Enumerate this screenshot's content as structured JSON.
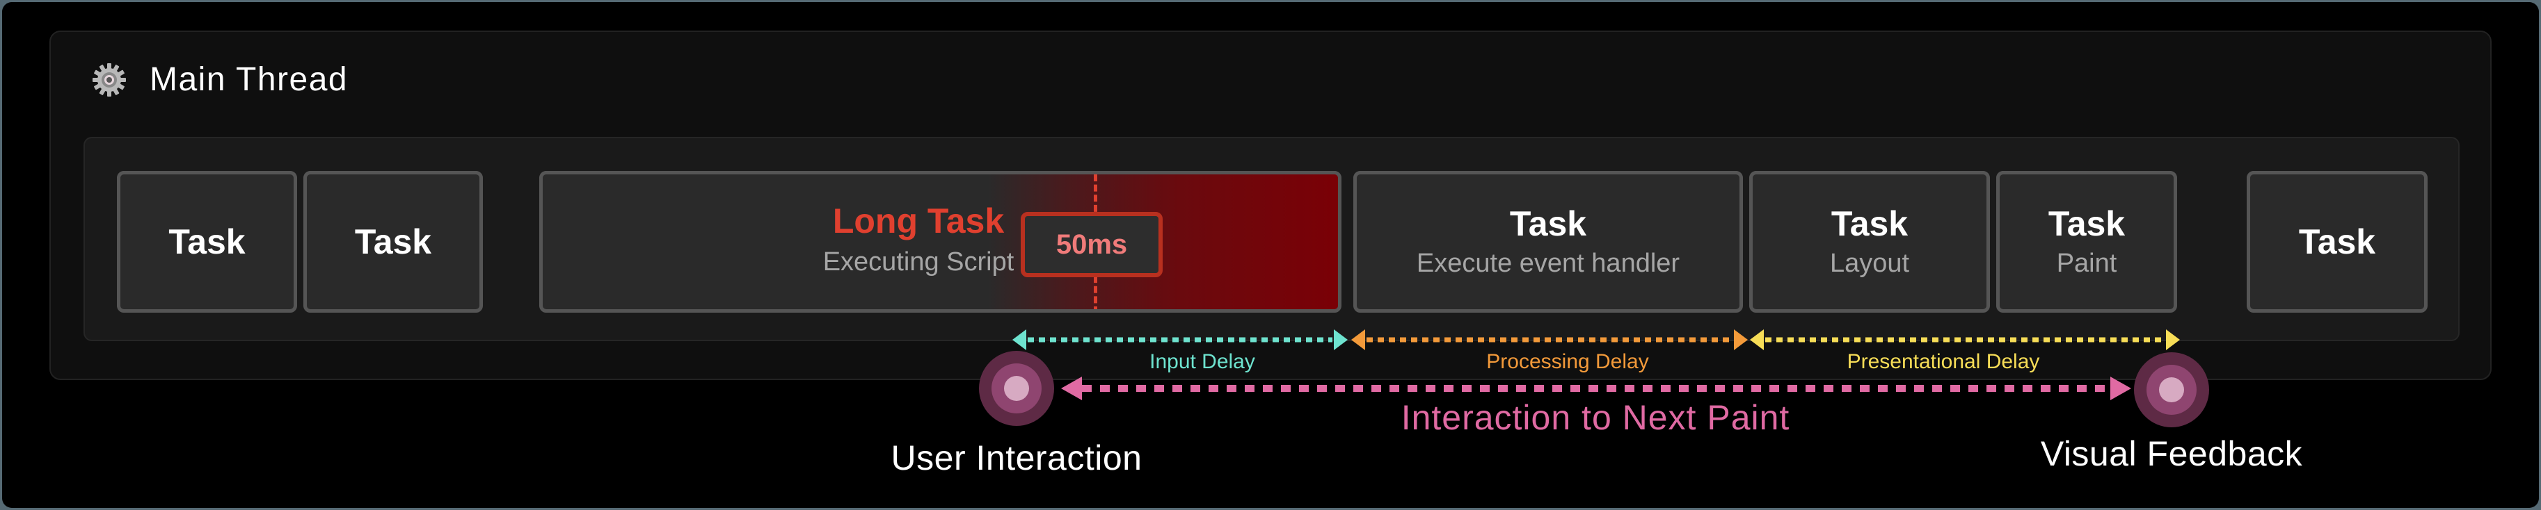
{
  "panel": {
    "title": "Main Thread",
    "icon": "gear-icon"
  },
  "tasks": [
    {
      "title": "Task",
      "subtitle": ""
    },
    {
      "title": "Task",
      "subtitle": ""
    },
    {
      "title": "Long Task",
      "subtitle": "Executing Script",
      "threshold": "50ms"
    },
    {
      "title": "Task",
      "subtitle": "Execute event handler"
    },
    {
      "title": "Task",
      "subtitle": "Layout"
    },
    {
      "title": "Task",
      "subtitle": "Paint"
    },
    {
      "title": "Task",
      "subtitle": ""
    }
  ],
  "phases": [
    {
      "label": "Input Delay",
      "color": "#6ee3cf"
    },
    {
      "label": "Processing Delay",
      "color": "#f39a3a"
    },
    {
      "label": "Presentational Delay",
      "color": "#f7dd57"
    }
  ],
  "inp": {
    "label": "Interaction to Next Paint",
    "color": "#e06aa3"
  },
  "endpoints": {
    "start": "User Interaction",
    "end": "Visual Feedback"
  },
  "colors": {
    "long_task_text": "#e0402f",
    "long_task_fill": "#7a0006",
    "threshold_border": "#b8301f",
    "threshold_text": "#f07b7a",
    "task_border": "#555555",
    "task_fill": "#2a2a2a"
  }
}
